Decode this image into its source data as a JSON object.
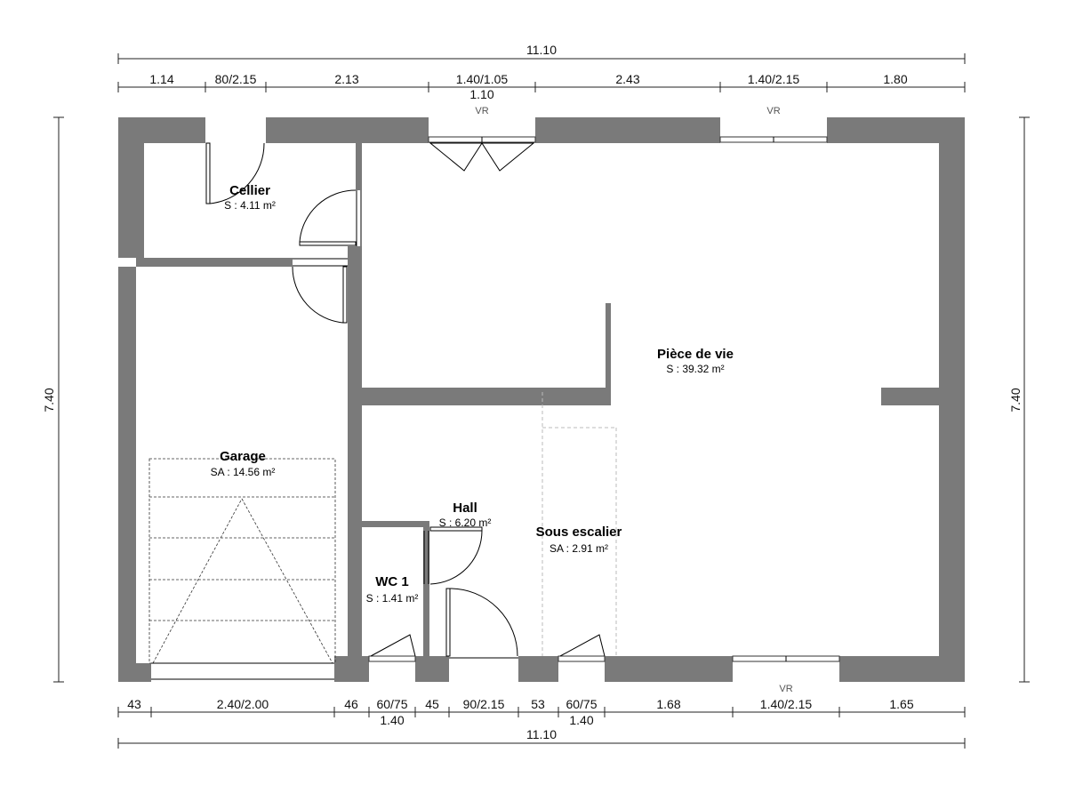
{
  "dimensions": {
    "total_top": "11.10",
    "total_bottom": "11.10",
    "height_left": "7.40",
    "height_right": "7.40",
    "top_segments": [
      "1.14",
      "80/2.15",
      "2.13",
      "1.40/1.05",
      "2.43",
      "1.40/2.15",
      "1.80"
    ],
    "top_sub": "1.10",
    "bottom_segments": [
      "43",
      "2.40/2.00",
      "46",
      "60/75",
      "45",
      "90/2.15",
      "53",
      "60/75",
      "1.68",
      "1.40/2.15",
      "1.65"
    ],
    "bottom_sub": [
      "1.40",
      "1.40"
    ]
  },
  "window_labels": [
    "VR",
    "VR",
    "VR"
  ],
  "rooms": {
    "cellier": {
      "name": "Cellier",
      "area": "S : 4.11 m²"
    },
    "piece_de_vie": {
      "name": "Pièce de vie",
      "area": "S : 39.32 m²"
    },
    "garage": {
      "name": "Garage",
      "area": "SA : 14.56 m²"
    },
    "hall": {
      "name": "Hall",
      "area": "S : 6.20 m²"
    },
    "sous_escalier": {
      "name": "Sous escalier",
      "area": "SA : 2.91 m²"
    },
    "wc1": {
      "name": "WC 1",
      "area": "S : 1.41 m²"
    }
  }
}
